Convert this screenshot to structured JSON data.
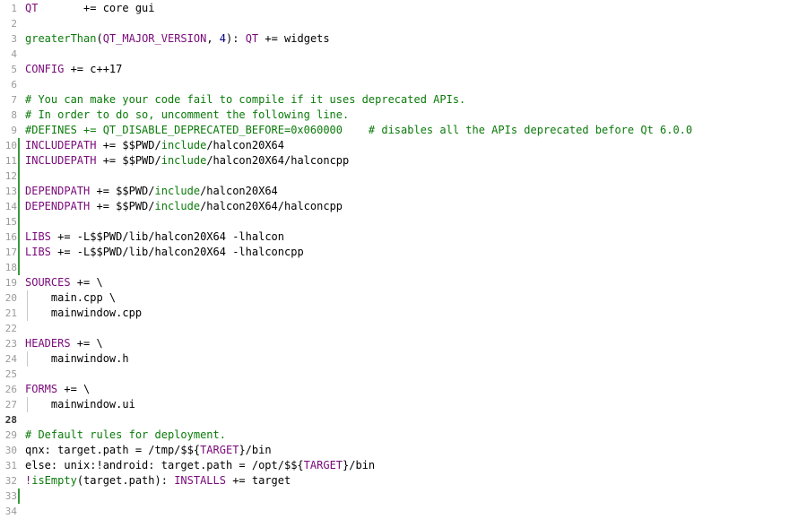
{
  "editor": {
    "colors": {
      "keyword": "#7a0a7a",
      "function": "#0a7a0a",
      "comment": "#0a7a0a",
      "number": "#000080",
      "change_marker": "#3a9a3a"
    },
    "current_line": 28,
    "lines": [
      {
        "n": "1",
        "tokens": [
          {
            "t": "QT",
            "c": "kw"
          },
          {
            "t": "       += core gui"
          }
        ]
      },
      {
        "n": "2",
        "tokens": []
      },
      {
        "n": "3",
        "tokens": [
          {
            "t": "greaterThan",
            "c": "fn"
          },
          {
            "t": "("
          },
          {
            "t": "QT_MAJOR_VERSION",
            "c": "kw"
          },
          {
            "t": ", "
          },
          {
            "t": "4",
            "c": "num"
          },
          {
            "t": "): "
          },
          {
            "t": "QT",
            "c": "kw"
          },
          {
            "t": " += widgets"
          }
        ]
      },
      {
        "n": "4",
        "tokens": []
      },
      {
        "n": "5",
        "tokens": [
          {
            "t": "CONFIG",
            "c": "kw"
          },
          {
            "t": " += c++17"
          }
        ]
      },
      {
        "n": "6",
        "tokens": []
      },
      {
        "n": "7",
        "tokens": [
          {
            "t": "# You can make your code fail to compile if it uses deprecated APIs.",
            "c": "cm"
          }
        ]
      },
      {
        "n": "8",
        "tokens": [
          {
            "t": "# In order to do so, uncomment the following line.",
            "c": "cm"
          }
        ]
      },
      {
        "n": "9",
        "tokens": [
          {
            "t": "#DEFINES += QT_DISABLE_DEPRECATED_BEFORE=0x060000    # disables all the APIs deprecated before Qt 6.0.0",
            "c": "cm"
          }
        ]
      },
      {
        "n": "10",
        "mod": true,
        "tokens": [
          {
            "t": "INCLUDEPATH",
            "c": "kw"
          },
          {
            "t": " += $$PWD/"
          },
          {
            "t": "include",
            "c": "pth"
          },
          {
            "t": "/halcon20X64"
          }
        ]
      },
      {
        "n": "11",
        "mod": true,
        "tokens": [
          {
            "t": "INCLUDEPATH",
            "c": "kw"
          },
          {
            "t": " += $$PWD/"
          },
          {
            "t": "include",
            "c": "pth"
          },
          {
            "t": "/halcon20X64/halconcpp"
          }
        ]
      },
      {
        "n": "12",
        "mod": true,
        "tokens": []
      },
      {
        "n": "13",
        "mod": true,
        "tokens": [
          {
            "t": "DEPENDPATH",
            "c": "kw"
          },
          {
            "t": " += $$PWD/"
          },
          {
            "t": "include",
            "c": "pth"
          },
          {
            "t": "/halcon20X64"
          }
        ]
      },
      {
        "n": "14",
        "mod": true,
        "tokens": [
          {
            "t": "DEPENDPATH",
            "c": "kw"
          },
          {
            "t": " += $$PWD/"
          },
          {
            "t": "include",
            "c": "pth"
          },
          {
            "t": "/halcon20X64/halconcpp"
          }
        ]
      },
      {
        "n": "15",
        "mod": true,
        "tokens": []
      },
      {
        "n": "16",
        "mod": true,
        "tokens": [
          {
            "t": "LIBS",
            "c": "kw"
          },
          {
            "t": " += -L$$PWD/lib/halcon20X64 -lhalcon"
          }
        ]
      },
      {
        "n": "17",
        "mod": true,
        "tokens": [
          {
            "t": "LIBS",
            "c": "kw"
          },
          {
            "t": " += -L$$PWD/lib/halcon20X64 -lhalconcpp"
          }
        ]
      },
      {
        "n": "18",
        "mod": true,
        "tokens": []
      },
      {
        "n": "19",
        "tokens": [
          {
            "t": "SOURCES",
            "c": "kw"
          },
          {
            "t": " += \\"
          }
        ]
      },
      {
        "n": "20",
        "guide": true,
        "tokens": [
          {
            "t": "    main.cpp \\"
          }
        ]
      },
      {
        "n": "21",
        "guide": true,
        "tokens": [
          {
            "t": "    mainwindow.cpp"
          }
        ]
      },
      {
        "n": "22",
        "tokens": []
      },
      {
        "n": "23",
        "tokens": [
          {
            "t": "HEADERS",
            "c": "kw"
          },
          {
            "t": " += \\"
          }
        ]
      },
      {
        "n": "24",
        "guide": true,
        "tokens": [
          {
            "t": "    mainwindow.h"
          }
        ]
      },
      {
        "n": "25",
        "tokens": []
      },
      {
        "n": "26",
        "tokens": [
          {
            "t": "FORMS",
            "c": "kw"
          },
          {
            "t": " += \\"
          }
        ]
      },
      {
        "n": "27",
        "guide": true,
        "tokens": [
          {
            "t": "    mainwindow.ui"
          }
        ]
      },
      {
        "n": "28",
        "tokens": []
      },
      {
        "n": "29",
        "tokens": [
          {
            "t": "# Default rules for deployment.",
            "c": "cm"
          }
        ]
      },
      {
        "n": "30",
        "tokens": [
          {
            "t": "qnx: target.path = /tmp/$${"
          },
          {
            "t": "TARGET",
            "c": "kw"
          },
          {
            "t": "}/bin"
          }
        ]
      },
      {
        "n": "31",
        "tokens": [
          {
            "t": "else: unix:!android: target.path = /opt/$${"
          },
          {
            "t": "TARGET",
            "c": "kw"
          },
          {
            "t": "}/bin"
          }
        ]
      },
      {
        "n": "32",
        "tokens": [
          {
            "t": "!",
            "c": "kw"
          },
          {
            "t": "isEmpty",
            "c": "fn"
          },
          {
            "t": "(target.path): "
          },
          {
            "t": "INSTALLS",
            "c": "kw"
          },
          {
            "t": " += target"
          }
        ]
      },
      {
        "n": "33",
        "mod": true,
        "tokens": []
      },
      {
        "n": "34",
        "tokens": []
      }
    ]
  }
}
